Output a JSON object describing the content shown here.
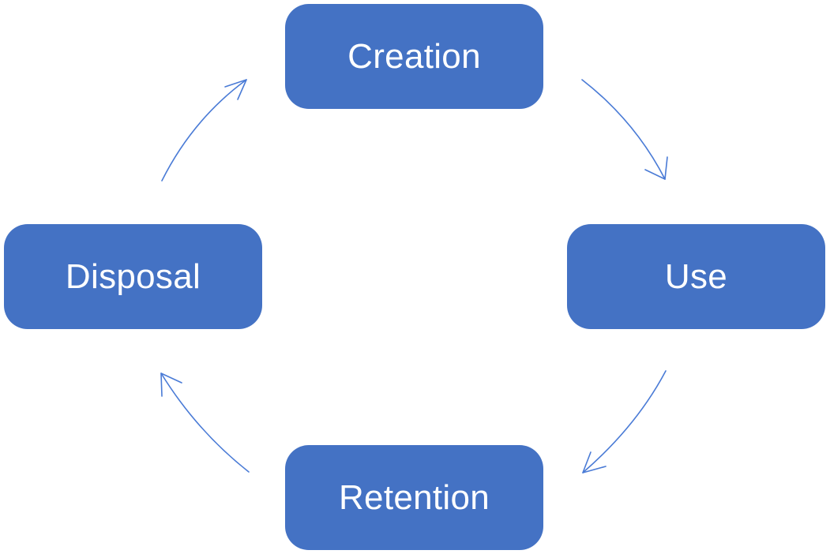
{
  "diagram": {
    "type": "cycle",
    "colors": {
      "node_fill": "#4472c4",
      "node_text": "#ffffff",
      "arrow": "#4a7bd6",
      "background": "#ffffff"
    },
    "nodes": [
      {
        "id": "creation",
        "label": "Creation"
      },
      {
        "id": "use",
        "label": "Use"
      },
      {
        "id": "retention",
        "label": "Retention"
      },
      {
        "id": "disposal",
        "label": "Disposal"
      }
    ],
    "edges": [
      {
        "from": "creation",
        "to": "use"
      },
      {
        "from": "use",
        "to": "retention"
      },
      {
        "from": "retention",
        "to": "disposal"
      },
      {
        "from": "disposal",
        "to": "creation"
      }
    ]
  }
}
